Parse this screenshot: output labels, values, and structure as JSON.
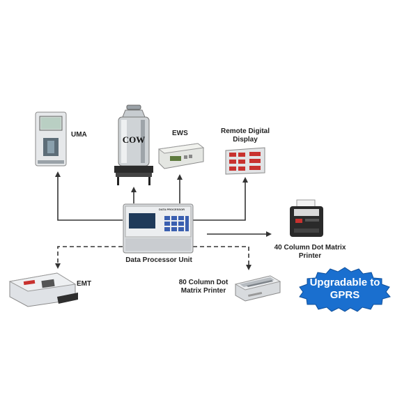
{
  "labels": {
    "uma": "UMA",
    "cow": "COW",
    "ews": "EWS",
    "remote_display": "Remote Digital Display",
    "dpu_panel": "DATA PROCESSOR",
    "dpu": "Data Processor Unit",
    "printer40": "40 Column Dot Matrix Printer",
    "emt": "EMT",
    "printer80": "80 Column Dot Matrix Printer"
  },
  "badge": {
    "line1": "Upgradable to",
    "line2": "GPRS"
  },
  "colors": {
    "badge_fill": "#1a6fcf",
    "line": "#333333",
    "keypad": "#3a5fb0",
    "lcd": "#1f3a5a"
  },
  "icons": {
    "uma": "milk-analyzer-icon",
    "cow": "milk-can-on-scale-icon",
    "ews": "weighing-scale-icon",
    "remote_display": "led-display-board-icon",
    "dpu": "data-processor-icon",
    "printer40": "receipt-printer-icon",
    "emt": "electronic-milk-tester-icon",
    "printer80": "dot-matrix-printer-icon"
  }
}
